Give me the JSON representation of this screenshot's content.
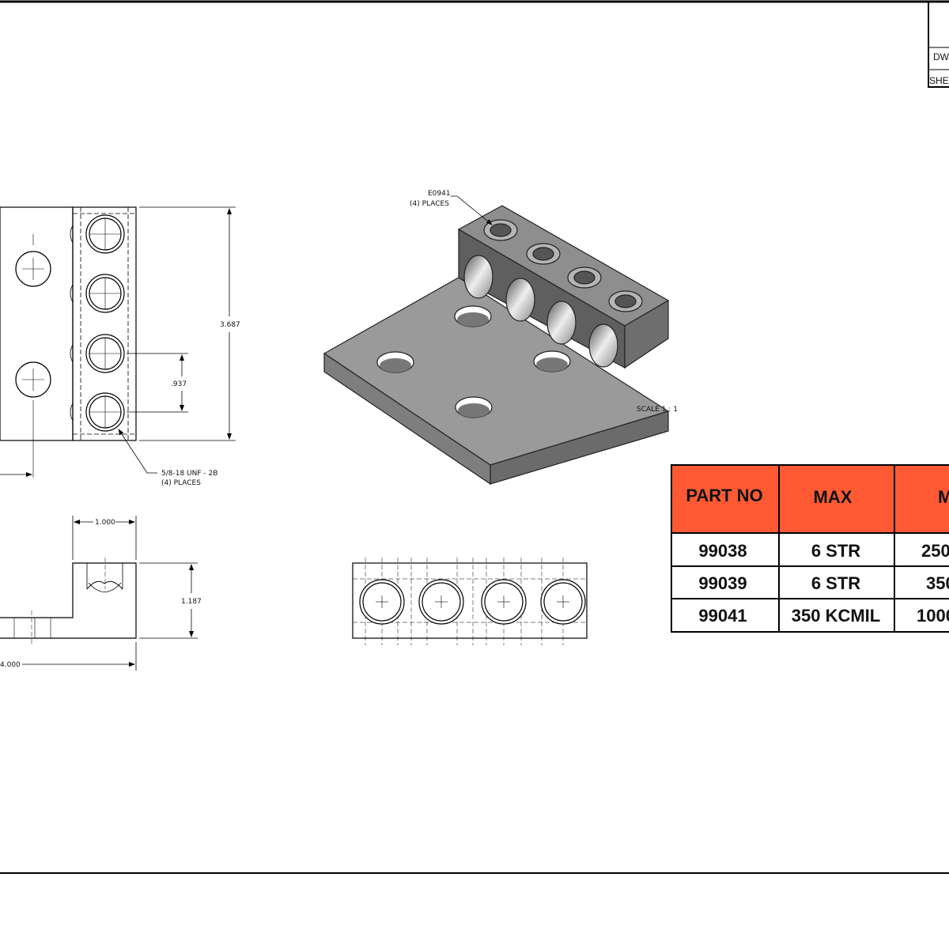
{
  "title_block": {
    "dwg_label": "DW",
    "sheet_label": "SHE"
  },
  "dimensions": {
    "height_overall": "3.687",
    "hole_spacing": ".937",
    "thread_callout_line1": "5/8-18 UNF - 2B",
    "thread_callout_line2": "(4) PLACES",
    "top_width": "1.000",
    "side_height": "1.187",
    "length": "4.000"
  },
  "iso_view": {
    "screw_callout_line1": "E0941",
    "screw_callout_line2": "(4) PLACES",
    "scale_label": "SCALE 1 : 1"
  },
  "table": {
    "header_color": "#ff5a33",
    "headers": [
      "PART NO",
      "MAX",
      "M"
    ],
    "rows": [
      [
        "99038",
        "6 STR",
        "250"
      ],
      [
        "99039",
        "6 STR",
        "350"
      ],
      [
        "99041",
        "350 KCMIL",
        "1000"
      ]
    ]
  }
}
